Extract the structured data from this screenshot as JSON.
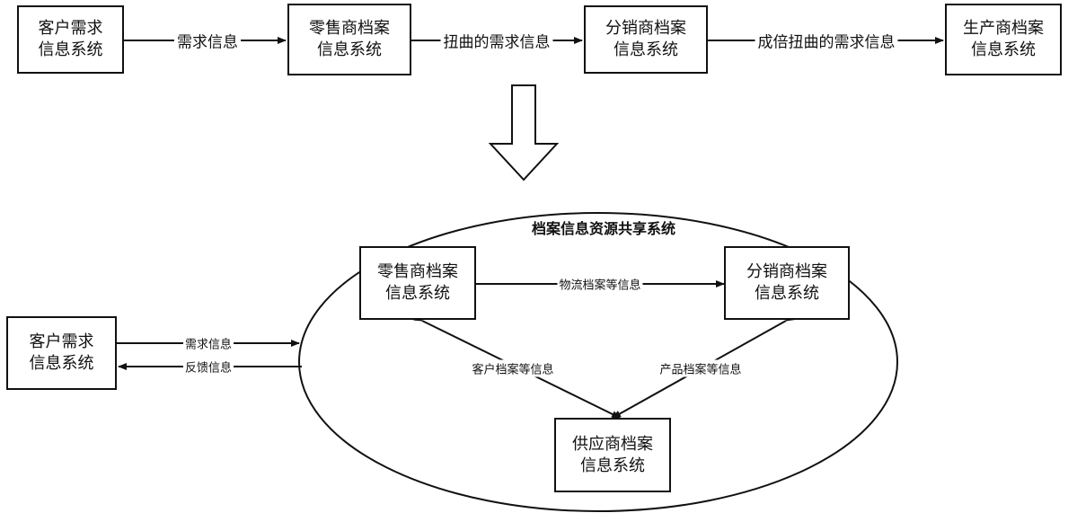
{
  "top_flow": {
    "customer": {
      "line1": "客户需求",
      "line2": "信息系统"
    },
    "retailer": {
      "line1": "零售商档案",
      "line2": "信息系统"
    },
    "distributor": {
      "line1": "分销商档案",
      "line2": "信息系统"
    },
    "producer": {
      "line1": "生产商档案",
      "line2": "信息系统"
    },
    "arrow_labels": {
      "demand_info": "需求信息",
      "distorted_demand_info": "扭曲的需求信息",
      "amplified_distorted_demand_info": "成倍扭曲的需求信息"
    }
  },
  "shared_system": {
    "title": "档案信息资源共享系统",
    "retailer": {
      "line1": "零售商档案",
      "line2": "信息系统"
    },
    "distributor": {
      "line1": "分销商档案",
      "line2": "信息系统"
    },
    "supplier": {
      "line1": "供应商档案",
      "line2": "信息系统"
    },
    "edge_labels": {
      "logistics": "物流档案等信息",
      "customer_archive": "客户档案等信息",
      "product_archive": "产品档案等信息"
    }
  },
  "external": {
    "customer": {
      "line1": "客户需求",
      "line2": "信息系统"
    },
    "demand_info": "需求信息",
    "feedback_info": "反馈信息"
  }
}
